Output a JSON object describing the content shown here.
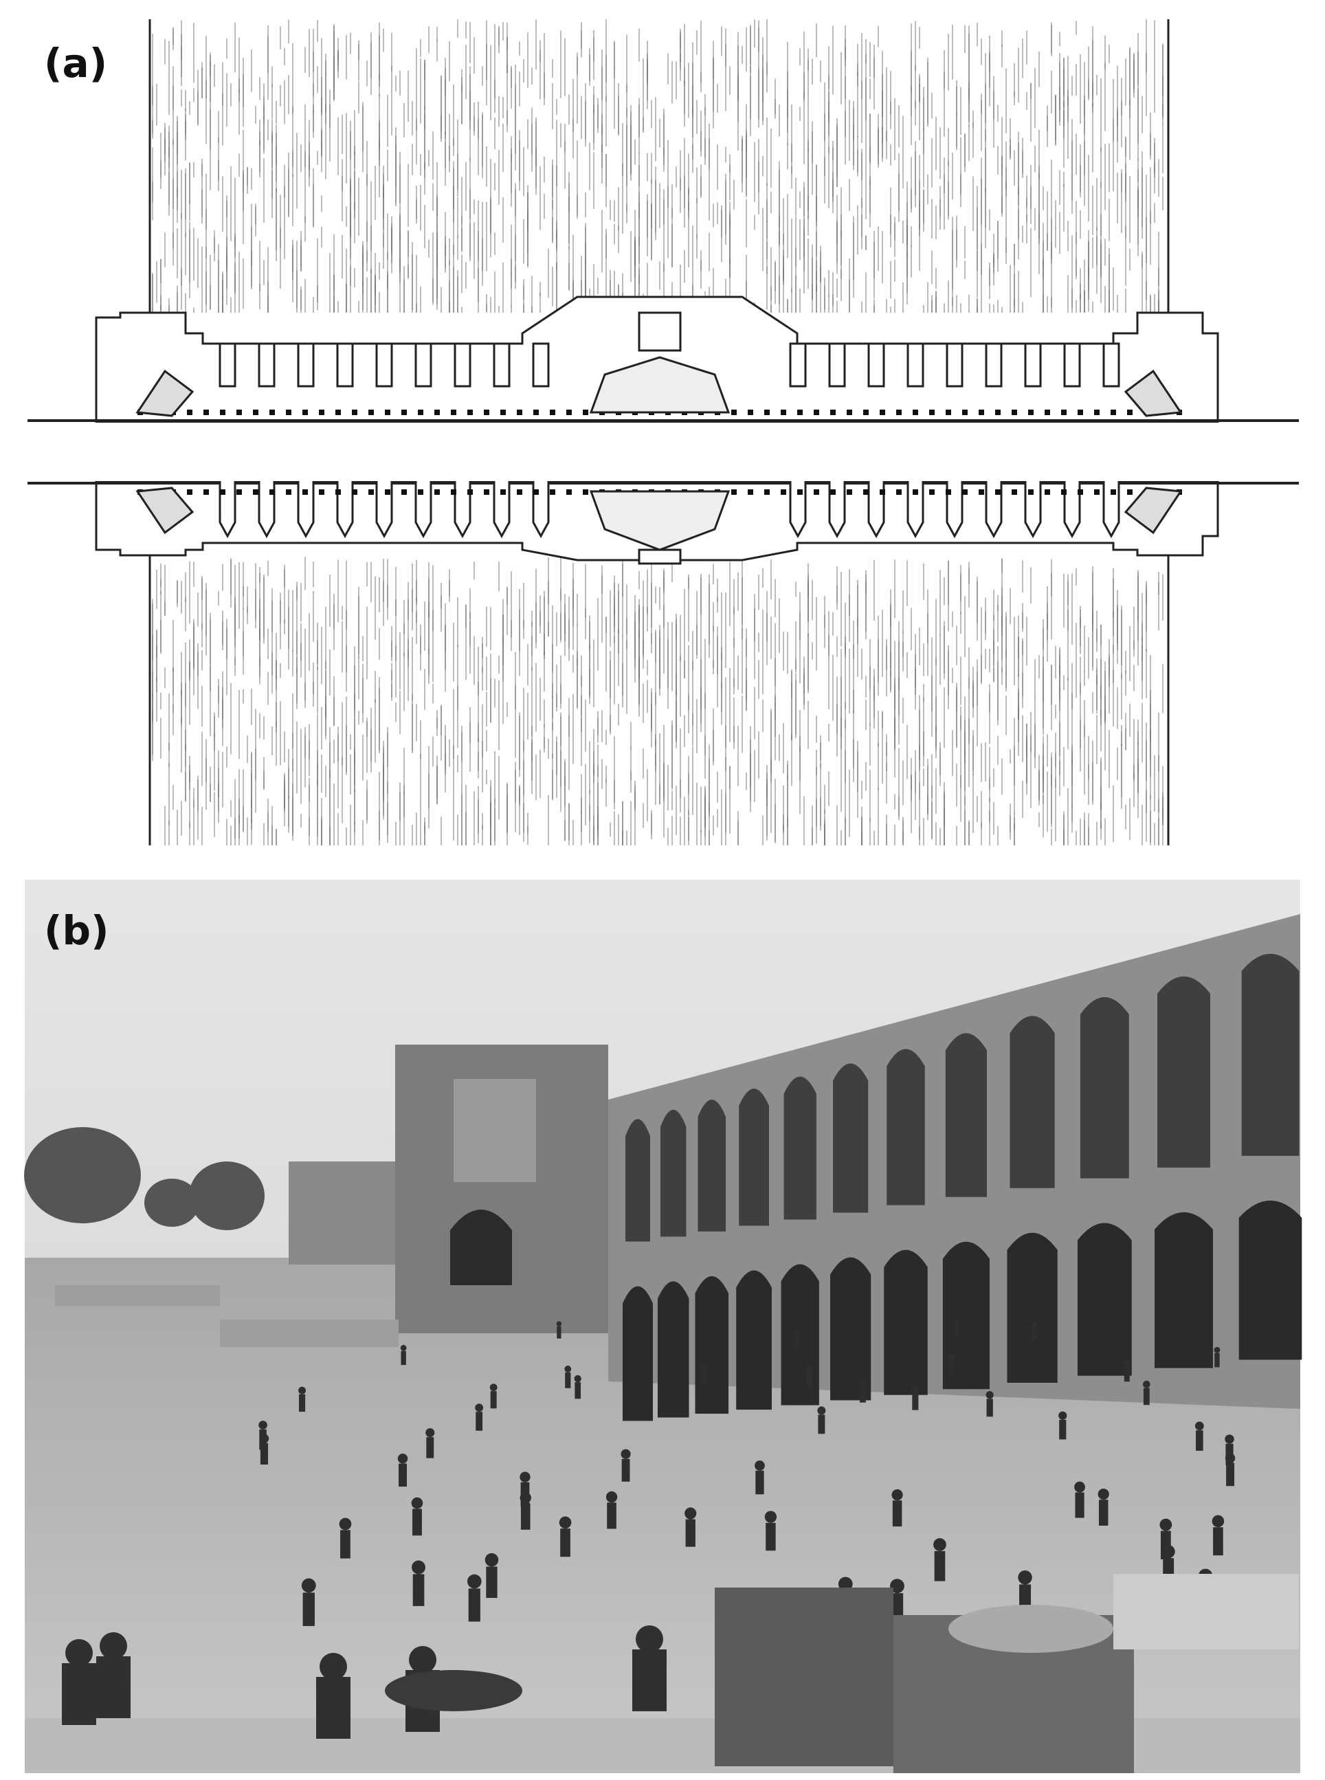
{
  "figure": {
    "panels": [
      {
        "label": "(a)",
        "kind": "bridge-plan-drawing"
      },
      {
        "label": "(b)",
        "kind": "bridge-photograph"
      }
    ]
  },
  "colors": {
    "ink": "#111111",
    "paper": "#ffffff",
    "photo_sky": "#dcdcdc",
    "photo_bridge": "#8c8c8c",
    "photo_water": "#bdbdbd"
  }
}
